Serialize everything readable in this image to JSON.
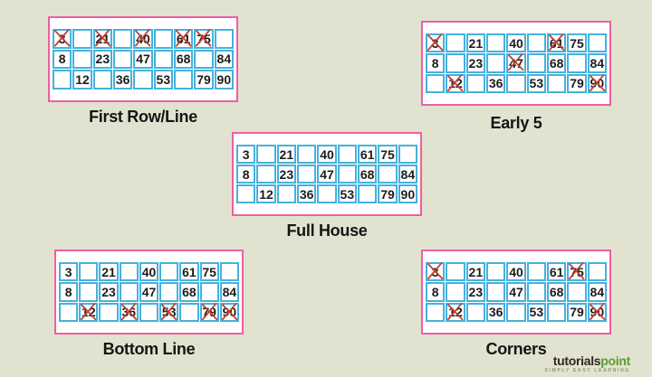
{
  "colors": {
    "page_background": "#e2e2d1",
    "ticket_border": "#ee5fa2",
    "cell_border": "#45b1de",
    "cell_background": "#ffffff",
    "number_text": "#1c1c1c",
    "cross_mark": "#c2402f",
    "logo_green": "#5a9e2f"
  },
  "ticket_numbers": [
    [
      "3",
      "",
      "21",
      "",
      "40",
      "",
      "61",
      "75",
      ""
    ],
    [
      "8",
      "",
      "23",
      "",
      "47",
      "",
      "68",
      "",
      "84"
    ],
    [
      "",
      "12",
      "",
      "36",
      "",
      "53",
      "",
      "79",
      "90"
    ]
  ],
  "tickets": [
    {
      "id": "first-row-line",
      "label": "First Row/Line",
      "crossed_numbers": [
        "3",
        "21",
        "40",
        "61",
        "75"
      ],
      "crossed_cells": [
        [
          0,
          0
        ],
        [
          0,
          2
        ],
        [
          0,
          4
        ],
        [
          0,
          6
        ],
        [
          0,
          7
        ]
      ]
    },
    {
      "id": "early-5",
      "label": "Early 5",
      "crossed_numbers": [
        "3",
        "61",
        "47",
        "12",
        "90"
      ],
      "crossed_cells": [
        [
          0,
          0
        ],
        [
          0,
          6
        ],
        [
          1,
          4
        ],
        [
          2,
          1
        ],
        [
          2,
          8
        ]
      ]
    },
    {
      "id": "full-house",
      "label": "Full House",
      "crossed_numbers": [],
      "crossed_cells": []
    },
    {
      "id": "bottom-line",
      "label": "Bottom Line",
      "crossed_numbers": [
        "12",
        "36",
        "53",
        "79",
        "90"
      ],
      "crossed_cells": [
        [
          2,
          1
        ],
        [
          2,
          3
        ],
        [
          2,
          5
        ],
        [
          2,
          7
        ],
        [
          2,
          8
        ]
      ]
    },
    {
      "id": "corners",
      "label": "Corners",
      "crossed_numbers": [
        "3",
        "75",
        "12",
        "90"
      ],
      "crossed_cells": [
        [
          0,
          0
        ],
        [
          0,
          7
        ],
        [
          2,
          1
        ],
        [
          2,
          8
        ]
      ]
    }
  ],
  "logo": {
    "part1": "tutorials",
    "part2": "point",
    "tagline": "SIMPLY EASY LEARNING"
  }
}
